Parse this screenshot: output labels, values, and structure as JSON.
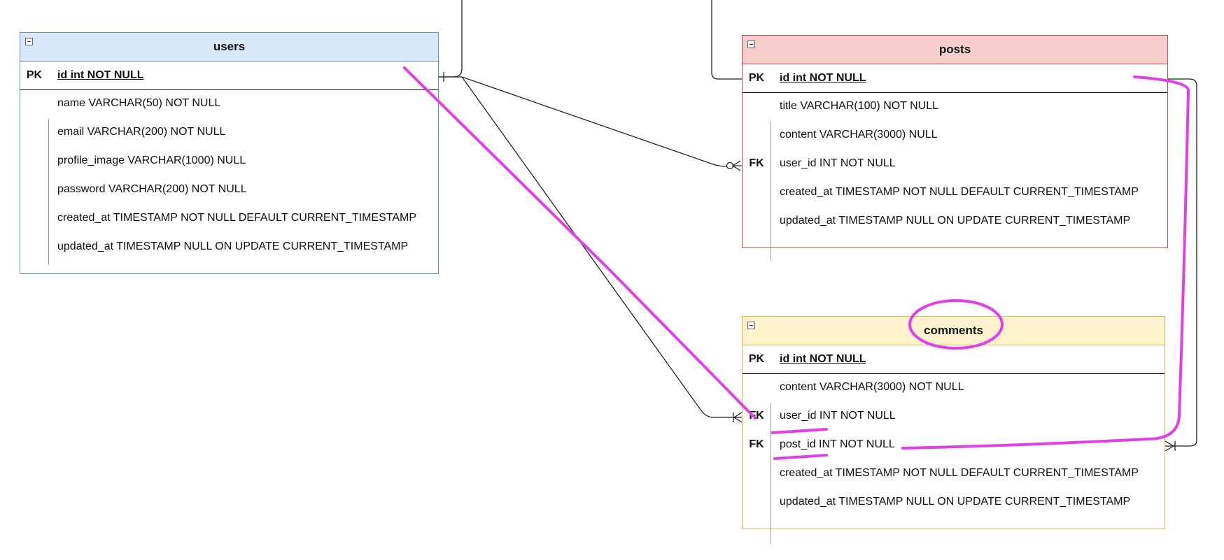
{
  "entities": {
    "users": {
      "name": "users",
      "pk": {
        "key": "PK",
        "field": "id int NOT NULL"
      },
      "attributes": [
        {
          "key": "",
          "field": "name VARCHAR(50) NOT NULL"
        },
        {
          "key": "",
          "field": "email VARCHAR(200) NOT NULL"
        },
        {
          "key": "",
          "field": "profile_image VARCHAR(1000) NULL"
        },
        {
          "key": "",
          "field": "password VARCHAR(200) NOT NULL"
        },
        {
          "key": "",
          "field": "created_at TIMESTAMP NOT NULL DEFAULT CURRENT_TIMESTAMP"
        },
        {
          "key": "",
          "field": "updated_at TIMESTAMP NULL ON UPDATE CURRENT_TIMESTAMP"
        }
      ]
    },
    "posts": {
      "name": "posts",
      "pk": {
        "key": "PK",
        "field": "id int NOT NULL"
      },
      "attributes": [
        {
          "key": "",
          "field": "title VARCHAR(100) NOT NULL"
        },
        {
          "key": "",
          "field": "content VARCHAR(3000) NULL"
        },
        {
          "key": "FK",
          "field": "user_id INT NOT NULL"
        },
        {
          "key": "",
          "field": "created_at TIMESTAMP NOT NULL DEFAULT CURRENT_TIMESTAMP"
        },
        {
          "key": "",
          "field": "updated_at TIMESTAMP NULL ON UPDATE CURRENT_TIMESTAMP"
        }
      ]
    },
    "comments": {
      "name": "comments",
      "pk": {
        "key": "PK",
        "field": "id int NOT NULL"
      },
      "attributes": [
        {
          "key": "",
          "field": "content VARCHAR(3000) NOT NULL"
        },
        {
          "key": "FK",
          "field": "user_id INT NOT NULL"
        },
        {
          "key": "FK",
          "field": "post_id INT NOT NULL"
        },
        {
          "key": "",
          "field": "created_at TIMESTAMP NOT NULL DEFAULT CURRENT_TIMESTAMP"
        },
        {
          "key": "",
          "field": "updated_at TIMESTAMP NULL ON UPDATE CURRENT_TIMESTAMP"
        }
      ]
    }
  },
  "relationships": [
    {
      "from": "users.id",
      "to": "posts.user_id",
      "from_end": "one",
      "to_end": "zero-or-many"
    },
    {
      "from": "users.id",
      "to": "comments.user_id",
      "from_end": "one",
      "to_end": "one-or-many"
    },
    {
      "from": "posts.id",
      "to": "comments.post_id",
      "from_end": "one",
      "to_end": "one-or-many"
    }
  ],
  "colors": {
    "users_header": "#dae8fc",
    "users_border": "#6c8ebf",
    "posts_header": "#f8cecc",
    "posts_border": "#b85450",
    "comments_header": "#fff2cc",
    "comments_border": "#d6b656",
    "annotation": "#e040e8"
  }
}
